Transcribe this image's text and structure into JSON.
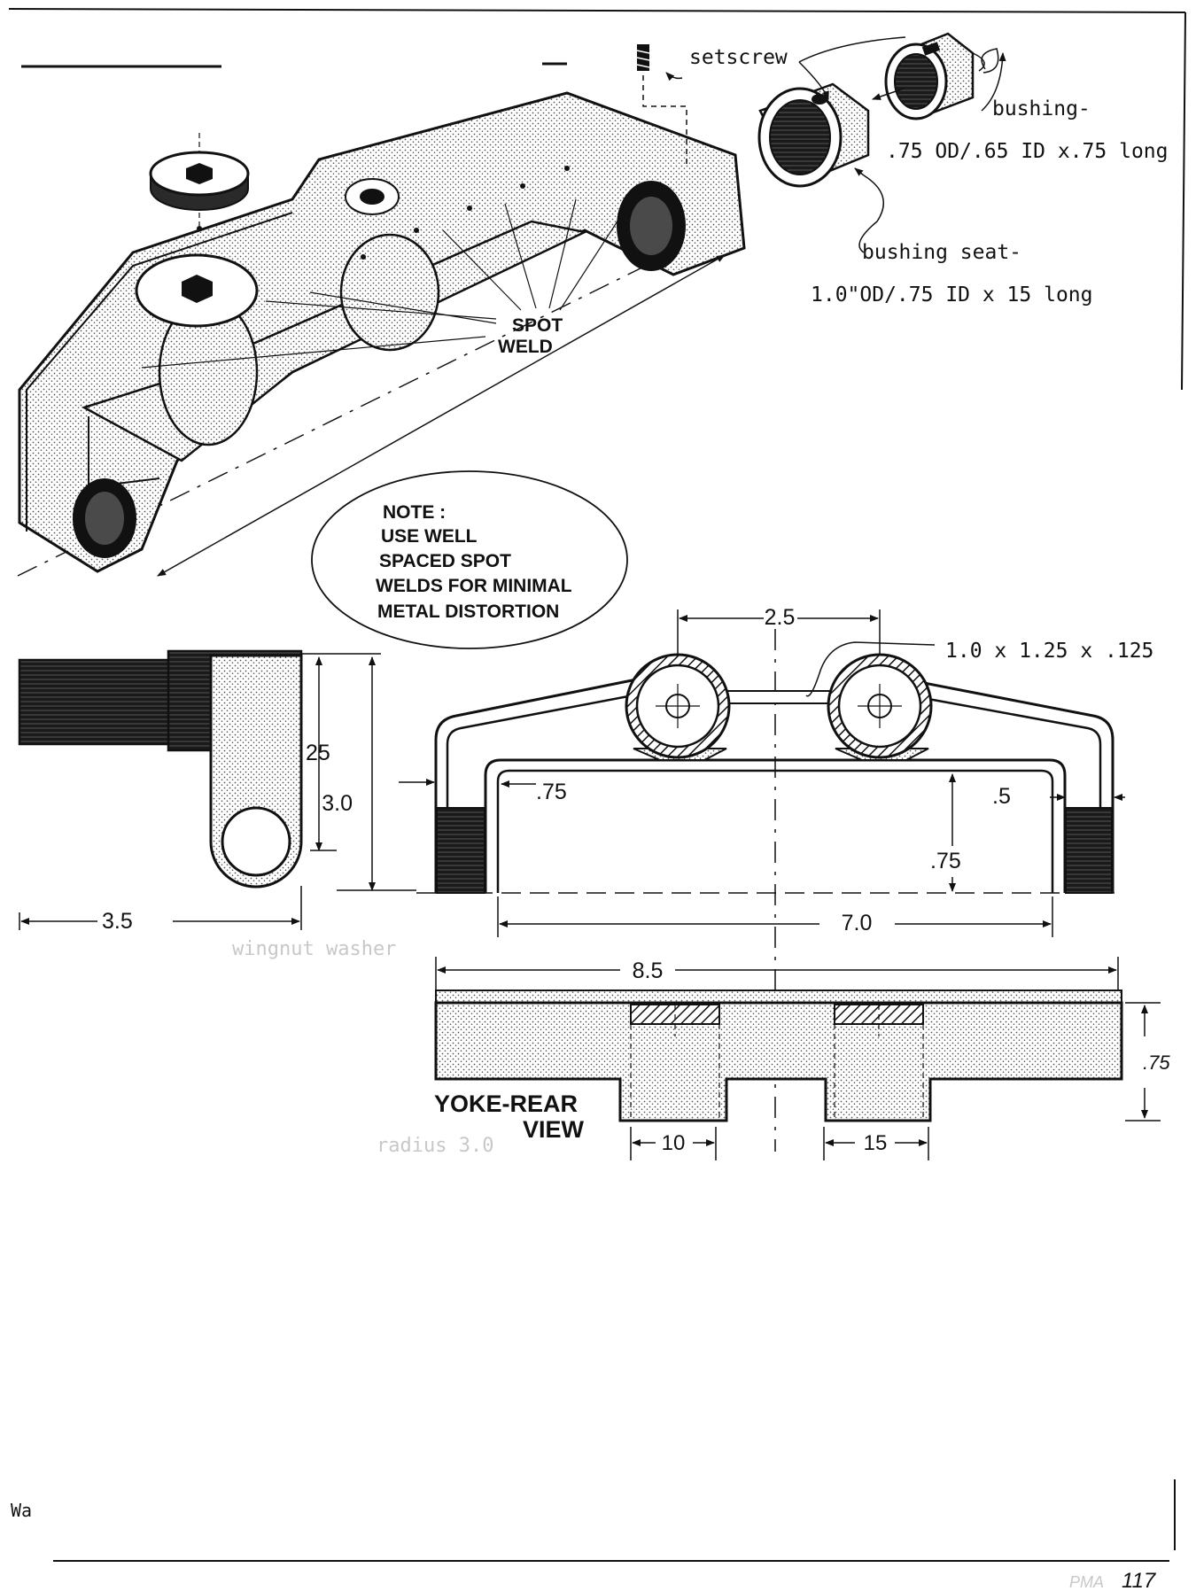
{
  "colors": {
    "ink": "#111111",
    "paper": "#ffffff",
    "stipple": "#6e6e6e",
    "faint": "#c8c8c8"
  },
  "isometric_view": {
    "setscrew_label": "setscrew",
    "bushing_label": "bushing-",
    "bushing_spec": ".75 OD/.65 ID x.75 long",
    "bushing_seat_label": "bushing seat-",
    "bushing_seat_spec": "1.0\"OD/.75 ID x 15 long",
    "spot_weld_line1": "SPOT",
    "spot_weld_line2": "WELD",
    "note": {
      "line1": "NOTE :",
      "line2": "USE WELL",
      "line3": "SPACED SPOT",
      "line4": "WELDS FOR MINIMAL",
      "line5": "METAL DISTORTION"
    }
  },
  "side_view": {
    "dim_height_inner": "25",
    "dim_height_outer": "3.0",
    "dim_width": "3.5"
  },
  "front_view": {
    "dim_spacing": "2.5",
    "tube_spec": "1.0 x 1.25 x .125",
    "dim_left_gap": ".75",
    "dim_right_gap": ".5",
    "dim_inner_height": ".75",
    "dim_inner_width": "7.0"
  },
  "rear_view": {
    "dim_overall_width": "8.5",
    "dim_thickness": ".75",
    "label_line1": "YOKE-REAR",
    "label_line2": "VIEW",
    "dim_left_seat": "10",
    "dim_right_seat": "15"
  },
  "ghost_text": {
    "wingnut": "wingnut washer",
    "radius": "radius 3.0",
    "corner": "Wa"
  },
  "footer": {
    "page_number": "117",
    "source": "PMA"
  }
}
